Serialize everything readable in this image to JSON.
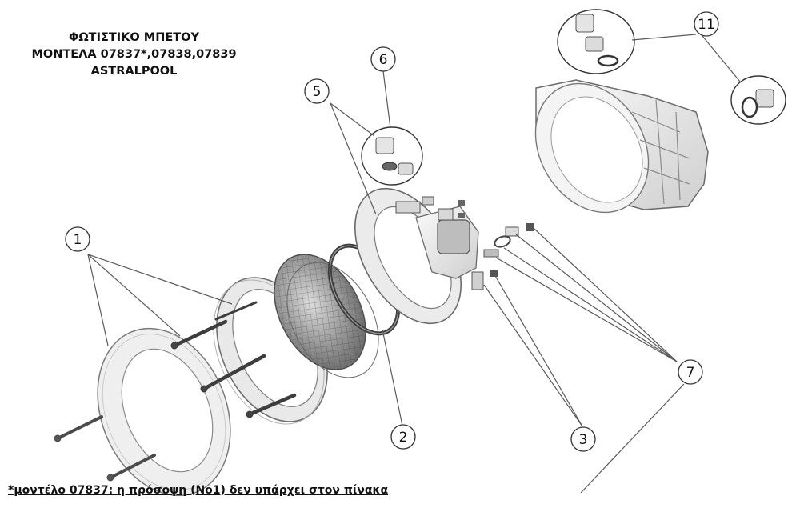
{
  "title": {
    "line1": "ΦΩΤΙΣΤΙΚΟ ΜΠΕΤΟΥ",
    "line2": "ΜΟΝΤΕΛΑ 07837*,07838,07839",
    "line3": "ASTRALPOOL"
  },
  "callouts": [
    "1",
    "2",
    "3",
    "5",
    "6",
    "7",
    "11"
  ],
  "footnote": "*μοντέλο 07837: η πρόσοψη (Νο1) δεν υπάρχει στον πίνακα",
  "colors": {
    "line": "#555555",
    "part_fill": "#ededed",
    "part_stroke": "#6a6a6a"
  }
}
